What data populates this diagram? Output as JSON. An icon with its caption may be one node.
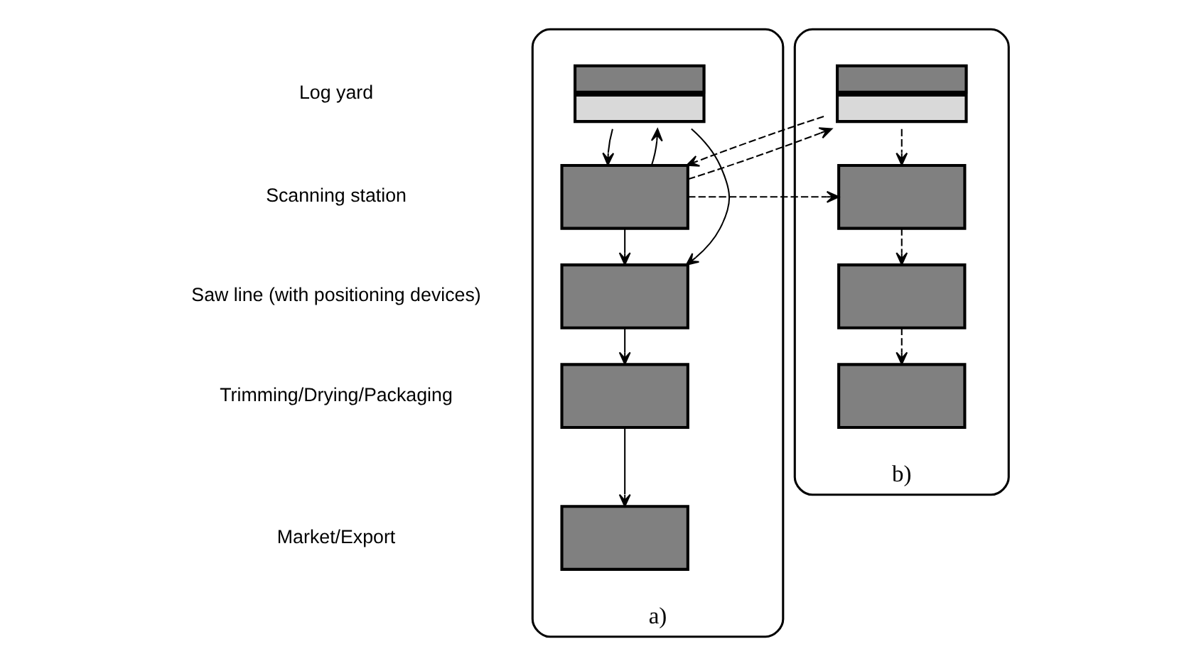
{
  "diagram": {
    "nodes": [
      {
        "text": [
          "a)"
        ]
      },
      {
        "text": [],
        "shape": "box",
        "in": 0
      },
      {
        "text": [],
        "shape": "box",
        "in": 0
      },
      {
        "text": [],
        "shape": "box",
        "in": 0
      },
      {
        "text": [],
        "shape": "box",
        "in": 0
      },
      {
        "text": [],
        "shape": "box",
        "in": 0
      },
      {
        "text": [
          "b)"
        ]
      },
      {
        "text": [],
        "shape": "box",
        "in": 6
      },
      {
        "text": [],
        "shape": "box",
        "in": 6
      },
      {
        "text": [],
        "shape": "box",
        "in": 6
      },
      {
        "text": [],
        "shape": "box",
        "in": 6
      }
    ],
    "edges": [
      {
        "from": 1,
        "to": 2,
        "arrow": "to"
      },
      {
        "from": 2,
        "to": 3,
        "arrow": "to"
      },
      {
        "from": 3,
        "to": 4,
        "arrow": "to"
      },
      {
        "from": 4,
        "to": 5,
        "arrow": "to"
      },
      {
        "from": 1,
        "to": 3,
        "arrow": "to"
      },
      {
        "from": 2,
        "to": 1,
        "arrow": "to"
      },
      {
        "from": 7,
        "to": 2,
        "arrow": "to",
        "style": "dashed"
      },
      {
        "from": 2,
        "to": 7,
        "arrow": "to",
        "style": "dashed"
      },
      {
        "from": 2,
        "to": 8,
        "arrow": "to",
        "style": "dashed"
      },
      {
        "from": 7,
        "to": 8,
        "arrow": "to",
        "style": "dashed"
      },
      {
        "from": 8,
        "to": 9,
        "arrow": "to",
        "style": "dashed"
      },
      {
        "from": 9,
        "to": 10,
        "arrow": "to",
        "style": "dashed"
      }
    ],
    "labels": [
      "Log yard",
      "Scanning station",
      "Saw line (with positioning devices)",
      "Trimming/Drying/Packaging",
      "Market/Export"
    ]
  }
}
